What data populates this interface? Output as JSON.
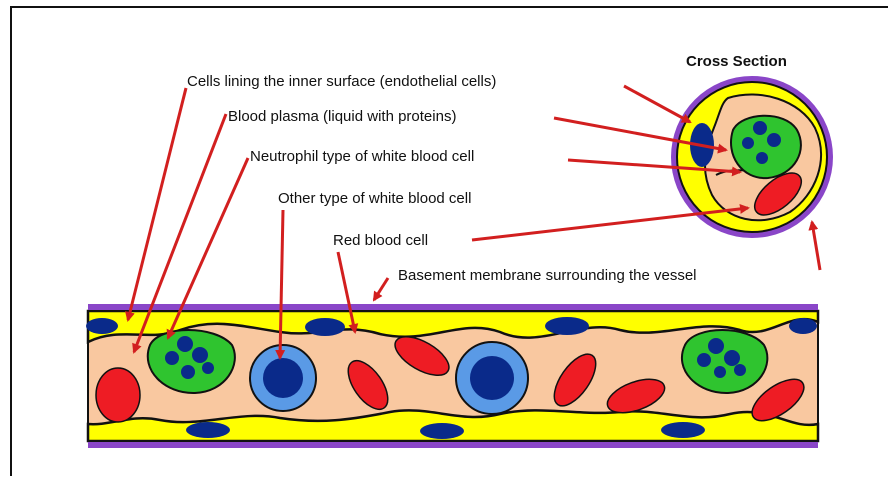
{
  "diagram": {
    "title": "Cross Section",
    "labels": {
      "endothelial": "Cells lining the inner surface (endothelial cells)",
      "plasma": "Blood plasma (liquid with proteins)",
      "neutrophil": "Neutrophil type of white blood cell",
      "other_wbc": "Other type of white blood cell",
      "rbc": "Red blood cell",
      "basement": "Basement membrane surrounding the vessel"
    },
    "colors": {
      "arrow": "#d21f1f",
      "membrane": "#8a46c8",
      "endothelial": "#ffff00",
      "nucleus": "#0a2a8a",
      "plasma": "#f9c8a0",
      "rbc": "#ee1c24",
      "neutrophil": "#2fc42f",
      "wbc_ring": "#5a9ae6"
    }
  }
}
